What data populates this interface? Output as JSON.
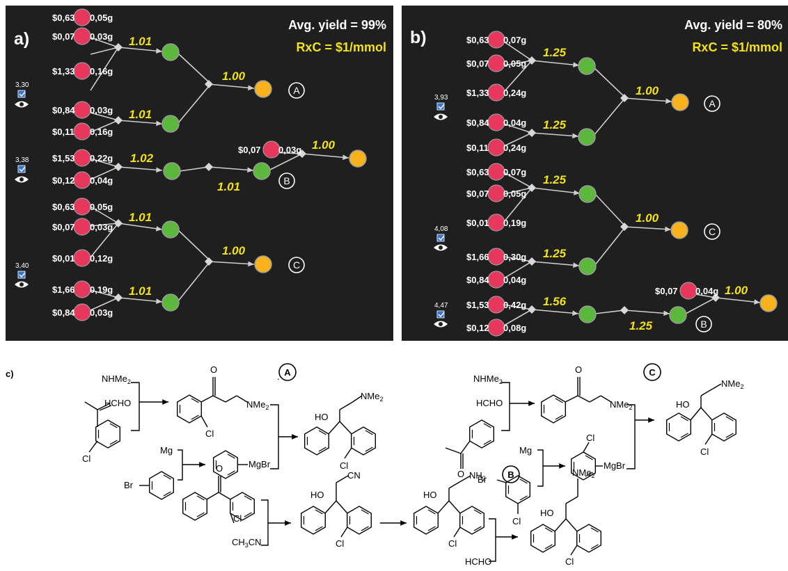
{
  "panel_a": {
    "label": "a)",
    "avg_yield": "Avg. yield = 99%",
    "rxc": "RxC = $1/mmol",
    "routes": [
      {
        "score": "3,30",
        "target": "A",
        "materials": [
          "$0,63",
          "0,05g",
          "$0,07",
          "0,03g",
          "$1,33",
          "0,16g",
          "$0,84",
          "0,03g",
          "$0,11",
          "0,16g"
        ],
        "yields": [
          "1.01",
          "1.01",
          "1.00"
        ]
      },
      {
        "score": "3,38",
        "target": "B",
        "materials": [
          "$1,53",
          "0,22g",
          "$0,12",
          "0,04g",
          "$0,07",
          "0,03g"
        ],
        "yields": [
          "1.02",
          "1.01",
          "1.00"
        ]
      },
      {
        "score": "3,40",
        "target": "C",
        "materials": [
          "$0,63",
          "0,05g",
          "$0,07",
          "0,03g",
          "$0,01",
          "0,12g",
          "$1,66",
          "0,19g",
          "$0,84",
          "0,03g"
        ],
        "yields": [
          "1.01",
          "1.01",
          "1.00"
        ]
      }
    ]
  },
  "panel_b": {
    "label": "b)",
    "avg_yield": "Avg. yield = 80%",
    "rxc": "RxC = $1/mmol",
    "routes": [
      {
        "score": "3,93",
        "target": "A",
        "materials": [
          "$0,63",
          "0,07g",
          "$0,07",
          "0,05g",
          "$1,33",
          "0,24g",
          "$0,84",
          "0,04g",
          "$0,11",
          "0,24g"
        ],
        "yields": [
          "1.25",
          "1.25",
          "1.00"
        ]
      },
      {
        "score": "4,08",
        "target": "C",
        "materials": [
          "$0,63",
          "0,07g",
          "$0,07",
          "0,05g",
          "$0,01",
          "0,19g",
          "$1,66",
          "0,30g",
          "$0,84",
          "0,04g"
        ],
        "yields": [
          "1.25",
          "1.25",
          "1.00"
        ]
      },
      {
        "score": "4,47",
        "target": "B",
        "materials": [
          "$1,53",
          "0,42g",
          "$0,12",
          "0,08g",
          "$0,07",
          "0,04g"
        ],
        "yields": [
          "1.56",
          "1.25",
          "1.00"
        ]
      }
    ]
  },
  "panel_c": {
    "label": "c)",
    "targets": [
      "A",
      "B",
      "C"
    ],
    "chem": {
      "nhme2": "NHMe",
      "sub2": "2",
      "hcho": "HCHO",
      "cl": "Cl",
      "mg": "Mg",
      "br": "Br",
      "mgbr": "MgBr",
      "nme": "NMe",
      "ho": "HO",
      "o": "O",
      "cn": "CN",
      "nh": "NH",
      "ch": "CH",
      "sub3": "3",
      "cn_suffix": "CN"
    }
  },
  "colors": {
    "panel_bg": "#1f1f1f",
    "substrate_node": "#e8375c",
    "intermediate_node": "#5cb83c",
    "target_node": "#f7b21e",
    "yield_text": "#f2e318",
    "rxc_text": "#f2e318",
    "light_text": "#ffffff"
  },
  "icons": [
    "checkbox-icon",
    "eye-icon"
  ]
}
